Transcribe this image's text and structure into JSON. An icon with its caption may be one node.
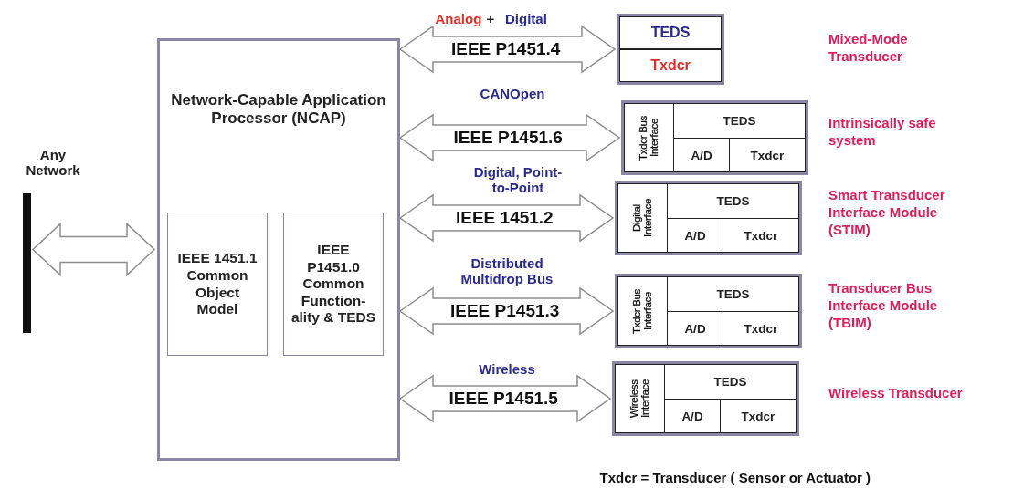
{
  "diagram": {
    "nodes": [
      {
        "text": [
          "Any Network"
        ]
      },
      {
        "text": [
          "Network-Capable Application Processor (NCAP)"
        ]
      },
      {
        "text": [
          "IEEE 1451.1 Common Object Model"
        ],
        "in": 1
      },
      {
        "text": [
          "IEEE P1451.0 Common Function-ality & TEDS"
        ],
        "in": 1
      },
      {
        "text": [],
        "shape": "box"
      },
      {
        "text": [
          "TEDS"
        ],
        "in": 4
      },
      {
        "text": [
          "Txdcr"
        ],
        "in": 4
      },
      {
        "text": [],
        "shape": "box",
        "beside": [
          "Intrinsically safe system"
        ]
      },
      {
        "text": [
          "Txdcr Bus Interface"
        ],
        "in": 7
      },
      {
        "text": [
          "TEDS"
        ],
        "in": 7
      },
      {
        "text": [
          "A/D"
        ],
        "in": 7
      },
      {
        "text": [
          "Txdcr"
        ],
        "in": 7
      },
      {
        "text": [],
        "shape": "box",
        "beside": [
          "Smart Transducer Interface Module (STIM)"
        ]
      },
      {
        "text": [
          "Digital Interface"
        ],
        "in": 12
      },
      {
        "text": [
          "TEDS"
        ],
        "in": 12
      },
      {
        "text": [
          "A/D"
        ],
        "in": 12
      },
      {
        "text": [
          "Txdcr"
        ],
        "in": 12
      },
      {
        "text": [],
        "shape": "box",
        "beside": [
          "Transducer Bus Interface Module (TBIM)"
        ]
      },
      {
        "text": [
          "Txdcr Bus Interface"
        ],
        "in": 17
      },
      {
        "text": [
          "TEDS"
        ],
        "in": 17
      },
      {
        "text": [
          "A/D"
        ],
        "in": 17
      },
      {
        "text": [
          "Txdcr"
        ],
        "in": 17
      },
      {
        "text": [],
        "shape": "box",
        "beside": [
          "Wireless Transducer"
        ]
      },
      {
        "text": [
          "Wireless Interface"
        ],
        "in": 22
      },
      {
        "text": [
          "TEDS"
        ],
        "in": 22
      },
      {
        "text": [
          "A/D"
        ],
        "in": 22
      },
      {
        "text": [
          "Txdcr"
        ],
        "in": 22
      }
    ],
    "edges": [
      {
        "from": 0,
        "to": 1,
        "arrow": "both"
      },
      {
        "from": 1,
        "to": 4,
        "arrow": "both",
        "label": "IEEE P1451.4"
      },
      {
        "from": 1,
        "to": 7,
        "arrow": "both",
        "label": "IEEE P1451.6"
      },
      {
        "from": 1,
        "to": 12,
        "arrow": "both",
        "label": "IEEE 1451.2"
      },
      {
        "from": 1,
        "to": 17,
        "arrow": "both",
        "label": "IEEE P1451.3"
      },
      {
        "from": 1,
        "to": 22,
        "arrow": "both",
        "label": "IEEE P1451.5"
      }
    ],
    "labels": [
      "Analog",
      "+",
      "Digital",
      "Mixed-Mode Transducer",
      "CANOpen",
      "Digital, Point-to-Point",
      "Distributed Multidrop Bus",
      "Wireless",
      "Txdcr = Transducer ( Sensor or Actuator )"
    ]
  }
}
